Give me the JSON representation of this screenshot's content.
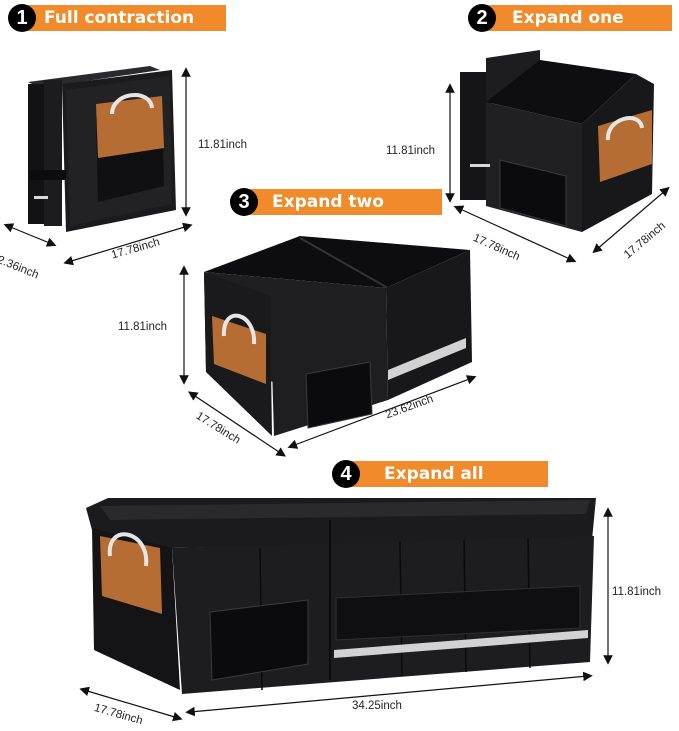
{
  "steps": [
    {
      "num": "1",
      "label": "Full contraction"
    },
    {
      "num": "2",
      "label": "Expand one"
    },
    {
      "num": "3",
      "label": "Expand two"
    },
    {
      "num": "4",
      "label": "Expand all"
    }
  ],
  "dimensions": {
    "full_height": "11.81inch",
    "full_depth": "2.36inch",
    "full_width": "17.78inch",
    "one_height": "11.81inch",
    "one_width": "17.78inch",
    "one_depth": "17.78inch",
    "two_height": "11.81inch",
    "two_depth": "17.78inch",
    "two_width": "23.62inch",
    "all_height": "11.81inch",
    "all_depth": "17.78inch",
    "all_width": "34.25inch"
  },
  "colors": {
    "accent": "#f08a2a",
    "bag": "#1b1b1d",
    "handle_patch": "#b56d33"
  }
}
